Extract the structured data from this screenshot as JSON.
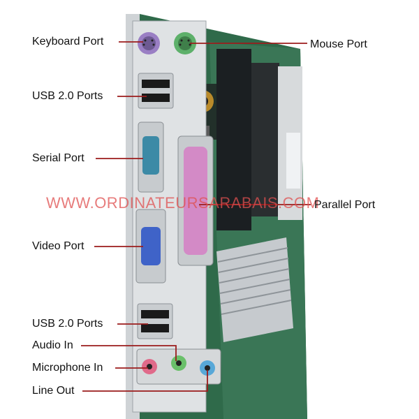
{
  "labels": {
    "keyboard_port": "Keyboard Port",
    "mouse_port": "Mouse Port",
    "usb_top": "USB 2.0 Ports",
    "serial_port": "Serial Port",
    "parallel_port": "Parallel Port",
    "video_port": "Video Port",
    "usb_bottom": "USB 2.0 Ports",
    "audio_in": "Audio In",
    "microphone_in": "Microphone In",
    "line_out": "Line Out"
  },
  "watermark": "WWW.ORDINATEURSARABAIS.COM",
  "colors": {
    "leader_line": "#9b1c1c",
    "keyboard_port": "#9a7fc4",
    "mouse_port": "#5db06a",
    "parallel_port": "#d38ac6",
    "video_port": "#3f63c8",
    "serial_port": "#3c8aa6",
    "microphone_jack": "#e06a8a",
    "audio_in_jack": "#6ac06a",
    "line_out_jack": "#58a8d8",
    "pcb": "#2f6a4a",
    "heatsink": "#c6cace",
    "watermark": "#e05050"
  }
}
